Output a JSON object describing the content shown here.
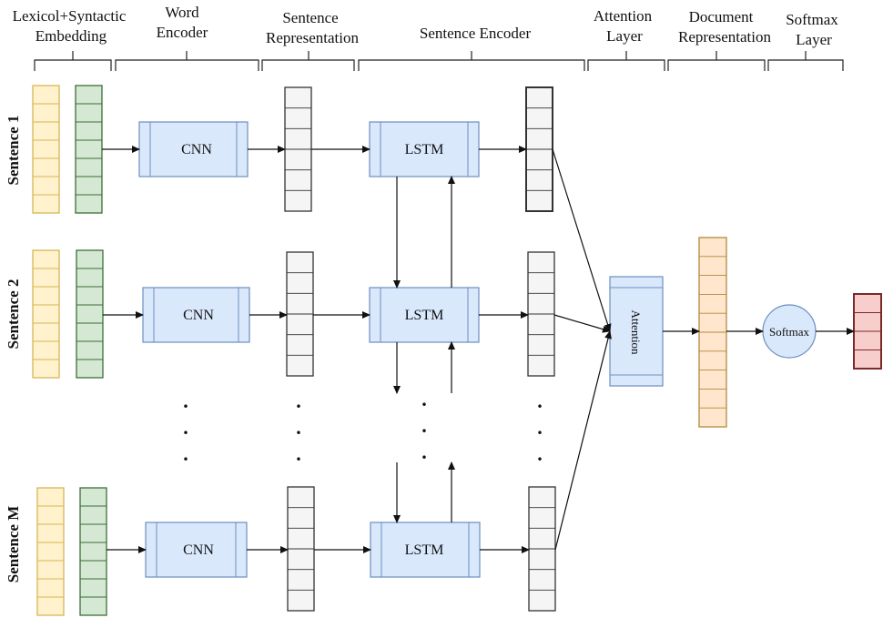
{
  "headers": {
    "embedding": [
      "Lexicol+Syntactic",
      "Embedding"
    ],
    "word_encoder": [
      "Word",
      "Encoder"
    ],
    "sentence_representation": [
      "Sentence",
      "Representation"
    ],
    "sentence_encoder": [
      "Sentence Encoder"
    ],
    "attention_layer": [
      "Attention",
      "Layer"
    ],
    "document_representation": [
      "Document",
      "Representation"
    ],
    "softmax_layer": [
      "Softmax",
      "Layer"
    ]
  },
  "rows": [
    {
      "sentence_label": "Sentence 1",
      "encoder_label": "CNN",
      "lstm_label": "LSTM"
    },
    {
      "sentence_label": "Sentence 2",
      "encoder_label": "CNN",
      "lstm_label": "LSTM"
    },
    {
      "sentence_label": "Sentence M",
      "encoder_label": "CNN",
      "lstm_label": "LSTM"
    }
  ],
  "attention_label": "Attention",
  "softmax_label": "Softmax",
  "ellipsis": ".",
  "colors": {
    "lexical": "#fff2cc",
    "lexical_stroke": "#d6b656",
    "syntactic": "#d5e8d4",
    "syntactic_stroke": "#3c6e36",
    "module_fill": "#dae8fc",
    "module_stroke": "#6c8ebf",
    "vector_fill": "#f5f5f5",
    "vector_stroke": "#333333",
    "document": "#ffe6cc",
    "document_stroke": "#b08a3e",
    "output": "#f8cecc",
    "output_stroke": "#7a2a2a"
  }
}
